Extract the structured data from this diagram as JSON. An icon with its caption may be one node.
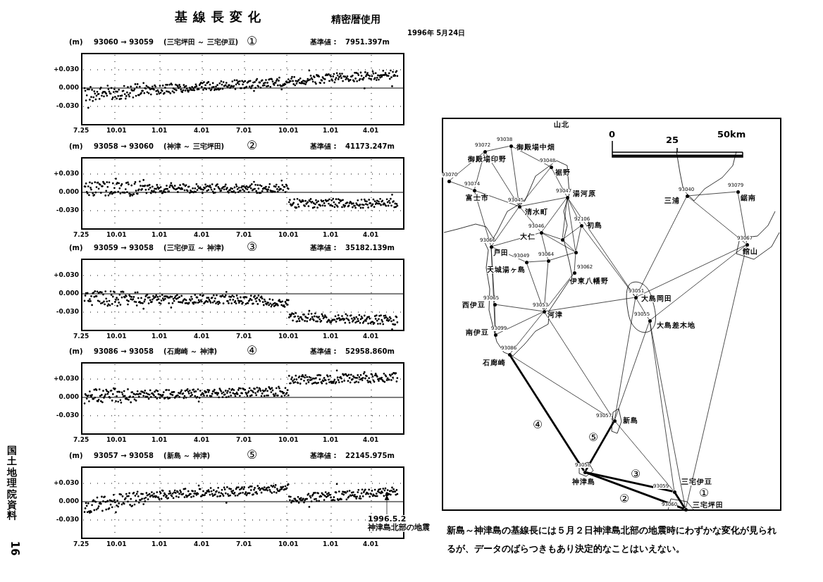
{
  "diagram": {
    "title": "基線長変化",
    "caption": "新島～神津島の基線長には５月２日神津島北部の地震時にわずかな変化が見られるが、データのばらつきもあり決定的なことはいえない。",
    "nodes": [
      {
        "text": [
          "1996.5.2",
          "神津島北部の地震"
        ]
      },
      {
        "text": [],
        "shape": "circle",
        "beside": [
          "93072",
          "御殿場印野"
        ]
      },
      {
        "text": [],
        "shape": "circle",
        "beside": [
          "93038",
          "御殿場中畑"
        ]
      },
      {
        "text": [],
        "shape": "circle",
        "beside": [
          "93048",
          "裾野"
        ]
      },
      {
        "text": [],
        "shape": "circle",
        "beside": [
          "93070"
        ]
      },
      {
        "text": [],
        "shape": "circle",
        "beside": [
          "93074",
          "富士市"
        ]
      },
      {
        "text": [],
        "shape": "circle",
        "beside": [
          "93045",
          "清水町"
        ]
      },
      {
        "text": [],
        "shape": "circle",
        "beside": [
          "93047",
          "湯河原"
        ]
      },
      {
        "text": [],
        "shape": "circle",
        "beside": [
          "92106",
          "初島"
        ]
      },
      {
        "text": [],
        "shape": "circle",
        "beside": [
          "93046",
          "大仁"
        ]
      },
      {
        "text": [],
        "shape": "circle"
      },
      {
        "text": [],
        "shape": "circle"
      },
      {
        "text": [],
        "shape": "circle",
        "beside": [
          "93066",
          "戸田"
        ]
      },
      {
        "text": [],
        "shape": "circle",
        "beside": [
          "93049",
          "天城湯ヶ島"
        ]
      },
      {
        "text": [],
        "shape": "circle",
        "beside": [
          "93064"
        ]
      },
      {
        "text": [],
        "shape": "circle",
        "beside": [
          "93062",
          "伊東八幡野"
        ]
      },
      {
        "text": [],
        "shape": "circle",
        "beside": [
          "93065",
          "西伊豆"
        ]
      },
      {
        "text": [],
        "shape": "circle",
        "beside": [
          "93053",
          "河津"
        ]
      },
      {
        "text": [],
        "shape": "circle",
        "beside": [
          "93051",
          "大島岡田"
        ]
      },
      {
        "text": [],
        "shape": "circle",
        "beside": [
          "93055",
          "大島差木地"
        ]
      },
      {
        "text": [],
        "shape": "circle",
        "beside": [
          "93040",
          "三浦"
        ]
      },
      {
        "text": [],
        "shape": "circle",
        "beside": [
          "93079",
          "鋸南"
        ]
      },
      {
        "text": [],
        "shape": "circle",
        "beside": [
          "93067",
          "館山"
        ]
      },
      {
        "text": [],
        "shape": "circle",
        "beside": [
          "93099",
          "南伊豆"
        ]
      },
      {
        "text": [],
        "shape": "circle",
        "beside": [
          "93086",
          "石廊崎"
        ]
      },
      {
        "text": [],
        "shape": "circle",
        "beside": [
          "93057",
          "新島"
        ]
      },
      {
        "text": [],
        "shape": "circle",
        "beside": [
          "93058",
          "神津島"
        ]
      },
      {
        "text": [],
        "shape": "circle",
        "beside": [
          "93059",
          "三宅伊豆"
        ]
      },
      {
        "text": [],
        "shape": "circle",
        "beside": [
          "93060",
          "三宅坪田"
        ]
      },
      {
        "text": [],
        "shape": "circle"
      }
    ],
    "edges": [
      {
        "from": 0,
        "to": 29,
        "arrow": "to"
      },
      {
        "from": 27,
        "to": 28,
        "arrow": "none",
        "label": "①",
        "style": "thick"
      },
      {
        "from": 26,
        "to": 28,
        "arrow": "none",
        "label": "②",
        "style": "thick"
      },
      {
        "from": 26,
        "to": 27,
        "arrow": "none",
        "label": "③",
        "style": "thick"
      },
      {
        "from": 24,
        "to": 26,
        "arrow": "none",
        "label": "④",
        "style": "thick"
      },
      {
        "from": 25,
        "to": 26,
        "arrow": "none",
        "label": "⑤",
        "style": "thick"
      },
      {
        "from": 1,
        "to": 2,
        "arrow": "none"
      },
      {
        "from": 1,
        "to": 4,
        "arrow": "none"
      },
      {
        "from": 1,
        "to": 5,
        "arrow": "none"
      },
      {
        "from": 1,
        "to": 6,
        "arrow": "none"
      },
      {
        "from": 2,
        "to": 3,
        "arrow": "none"
      },
      {
        "from": 2,
        "to": 6,
        "arrow": "none"
      },
      {
        "from": 3,
        "to": 6,
        "arrow": "none"
      },
      {
        "from": 3,
        "to": 7,
        "arrow": "none"
      },
      {
        "from": 4,
        "to": 5,
        "arrow": "none"
      },
      {
        "from": 5,
        "to": 6,
        "arrow": "none"
      },
      {
        "from": 5,
        "to": 12,
        "arrow": "none"
      },
      {
        "from": 6,
        "to": 12,
        "arrow": "none"
      },
      {
        "from": 6,
        "to": 9,
        "arrow": "none"
      },
      {
        "from": 6,
        "to": 7,
        "arrow": "none"
      },
      {
        "from": 7,
        "to": 9,
        "arrow": "none"
      },
      {
        "from": 7,
        "to": 10,
        "arrow": "none"
      },
      {
        "from": 7,
        "to": 8,
        "arrow": "none"
      },
      {
        "from": 7,
        "to": 11,
        "arrow": "none"
      },
      {
        "from": 7,
        "to": 18,
        "arrow": "none"
      },
      {
        "from": 9,
        "to": 12,
        "arrow": "none"
      },
      {
        "from": 9,
        "to": 10,
        "arrow": "none"
      },
      {
        "from": 9,
        "to": 11,
        "arrow": "none"
      },
      {
        "from": 9,
        "to": 14,
        "arrow": "none"
      },
      {
        "from": 8,
        "to": 11,
        "arrow": "none"
      },
      {
        "from": 8,
        "to": 10,
        "arrow": "none"
      },
      {
        "from": 8,
        "to": 18,
        "arrow": "none"
      },
      {
        "from": 10,
        "to": 11,
        "arrow": "none"
      },
      {
        "from": 11,
        "to": 14,
        "arrow": "none"
      },
      {
        "from": 11,
        "to": 15,
        "arrow": "none"
      },
      {
        "from": 12,
        "to": 13,
        "arrow": "none"
      },
      {
        "from": 12,
        "to": 16,
        "arrow": "none"
      },
      {
        "from": 12,
        "to": 23,
        "arrow": "none"
      },
      {
        "from": 13,
        "to": 14,
        "arrow": "none"
      },
      {
        "from": 13,
        "to": 17,
        "arrow": "none"
      },
      {
        "from": 14,
        "to": 17,
        "arrow": "none"
      },
      {
        "from": 15,
        "to": 17,
        "arrow": "none"
      },
      {
        "from": 16,
        "to": 17,
        "arrow": "none"
      },
      {
        "from": 16,
        "to": 23,
        "arrow": "none"
      },
      {
        "from": 17,
        "to": 23,
        "arrow": "none"
      },
      {
        "from": 17,
        "to": 24,
        "arrow": "none"
      },
      {
        "from": 17,
        "to": 18,
        "arrow": "none"
      },
      {
        "from": 17,
        "to": 25,
        "arrow": "none"
      },
      {
        "from": 18,
        "to": 19,
        "arrow": "none"
      },
      {
        "from": 18,
        "to": 22,
        "arrow": "none"
      },
      {
        "from": 18,
        "to": 20,
        "arrow": "none"
      },
      {
        "from": 19,
        "to": 22,
        "arrow": "none"
      },
      {
        "from": 19,
        "to": 25,
        "arrow": "none"
      },
      {
        "from": 19,
        "to": 27,
        "arrow": "none"
      },
      {
        "from": 19,
        "to": 28,
        "arrow": "none"
      },
      {
        "from": 20,
        "to": 21,
        "arrow": "none"
      },
      {
        "from": 20,
        "to": 22,
        "arrow": "none"
      },
      {
        "from": 21,
        "to": 22,
        "arrow": "none"
      },
      {
        "from": 24,
        "to": 25,
        "arrow": "none"
      },
      {
        "from": 25,
        "to": 27,
        "arrow": "none"
      },
      {
        "from": 22,
        "to": 28,
        "arrow": "none"
      },
      {
        "from": 18,
        "to": 25,
        "arrow": "none"
      }
    ],
    "labels": [
      "精密暦使用",
      "1996年 5月24日",
      "(m)",
      "93060 → 93059",
      "(三宅坪田 ～ 三宅伊豆)",
      "①",
      "基準値 :",
      "7951.397m",
      "+0.030",
      "0.000",
      "-0.030",
      "7.25",
      "10.01",
      "1.01",
      "4.01",
      "7.01",
      "10.01",
      "1.01",
      "4.01",
      "(m)",
      "93058 → 93060",
      "(神津 ～ 三宅坪田)",
      "②",
      "基準値 :",
      "41173.247m",
      "+0.030",
      "0.000",
      "-0.030",
      "7.25",
      "10.01",
      "1.01",
      "4.01",
      "7.01",
      "10.01",
      "1.01",
      "4.01",
      "(m)",
      "93059 → 93058",
      "(三宅伊豆 ～ 神津)",
      "③",
      "基準値 :",
      "35182.139m",
      "+0.030",
      "0.000",
      "-0.030",
      "7.25",
      "10.01",
      "1.01",
      "4.01",
      "7.01",
      "10.01",
      "1.01",
      "4.01",
      "(m)",
      "93086 → 93058",
      "(石廊崎 ～ 神津)",
      "④",
      "基準値 :",
      "52958.860m",
      "+0.030",
      "0.000",
      "-0.030",
      "7.25",
      "10.01",
      "1.01",
      "4.01",
      "7.01",
      "10.01",
      "1.01",
      "4.01",
      "(m)",
      "93057 → 93058",
      "(新島 ～ 神津)",
      "⑤",
      "基準値 :",
      "22145.975m",
      "+0.030",
      "0.000",
      "-0.030",
      "7.25",
      "10.01",
      "1.01",
      "4.01",
      "7.01",
      "10.01",
      "1.01",
      "4.01",
      "山北",
      "0",
      "25",
      "50km",
      "国土地理院資料",
      "16"
    ]
  }
}
